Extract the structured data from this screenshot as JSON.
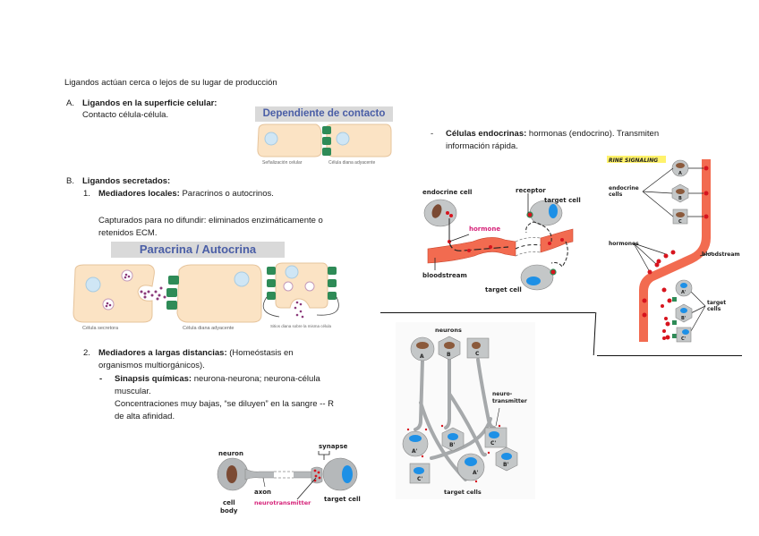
{
  "document": {
    "intro": "Ligandos actúan cerca o lejos de su lugar de producción",
    "sectionA": {
      "marker": "A.",
      "title": "Ligandos en la superficie celular:",
      "body": "Contacto célula-célula."
    },
    "sectionB": {
      "marker": "B.",
      "title": "Ligandos secretados:",
      "item1": {
        "marker": "1.",
        "title": "Mediadores locales:",
        "body": "Paracrinos o  autocrinos.",
        "note_line1": "Capturados para no difundir: eliminados enzimáticamente o",
        "note_line2": "retenidos ECM."
      },
      "item2": {
        "marker": "2.",
        "title": "Mediadores a largas distancias:",
        "body_line1": "(Homeóstasis en",
        "body_line2": "organismos multiorgánicos).",
        "bullet": {
          "marker": "-",
          "title": "Sinapsis químicas:",
          "body_line1": "neurona-neurona; neurona-célula",
          "body_line2": "muscular.",
          "extra_line1": "Concentraciones muy bajas, “se diluyen” en la sangre -- R",
          "extra_line2": "de alta afinidad."
        }
      }
    },
    "endocrine": {
      "marker": "-",
      "title": "Células endocrinas:",
      "body_line1": "hormonas (endocrino). Transmiten",
      "body_line2": "información rápida."
    }
  },
  "figures": {
    "contact": {
      "title": "Dependiente de contacto",
      "caption_left": "Señalización celular",
      "caption_right": "Célula diana adyacente"
    },
    "paracrine": {
      "title": "Paracrina / Autocrina",
      "caption_secretory": "Célula secretora",
      "caption_target": "Célula diana adyacente",
      "caption_autocrine": "Sitios diana sobre la misma célula"
    },
    "synapse": {
      "neuron": "neuron",
      "axon": "axon",
      "cell_body_1": "cell",
      "cell_body_2": "body",
      "synapse": "synapse",
      "neurotransmitter": "neurotransmitter",
      "target_cell": "target cell"
    },
    "endocrine_flow": {
      "endocrine_cell": "endocrine cell",
      "receptor": "receptor",
      "target_cell_top": "target cell",
      "hormone": "hormone",
      "bloodstream": "bloodstream",
      "target_cell_bottom": "target cell"
    },
    "endocrine_signaling": {
      "header": "RINE SIGNALING",
      "endocrine_cells_1": "endocrine",
      "endocrine_cells_2": "cells",
      "hormones": "hormones",
      "bloodstream": "bloodstream",
      "target_cells_1": "target",
      "target_cells_2": "cells",
      "cell_labels": [
        "A",
        "B",
        "C"
      ],
      "target_labels": [
        "A'",
        "B'",
        "C'"
      ]
    },
    "neuronal": {
      "neurons": "neurons",
      "neurotransmitter_1": "neuro-",
      "neurotransmitter_2": "transmitter",
      "target_cells": "target cells",
      "neuron_labels": [
        "A",
        "B",
        "C"
      ],
      "target_labels": [
        "A'",
        "B'",
        "C'",
        "C'",
        "A'",
        "B'"
      ]
    }
  },
  "colors": {
    "cell_fill": "#fbe3c4",
    "nucleus_blue": "#cfe6f5",
    "receptor_green": "#2e8b57",
    "ligand_purple": "#8b3a7a",
    "blood_red": "#f26b50",
    "hormone_red": "#d7141e",
    "gray_cell": "#c4c7c8",
    "target_nucleus": "#1e90e6",
    "neuron_nucleus": "#8b5a3c",
    "title_blue": "#4a5ea6",
    "magenta_label": "#d6247a"
  }
}
